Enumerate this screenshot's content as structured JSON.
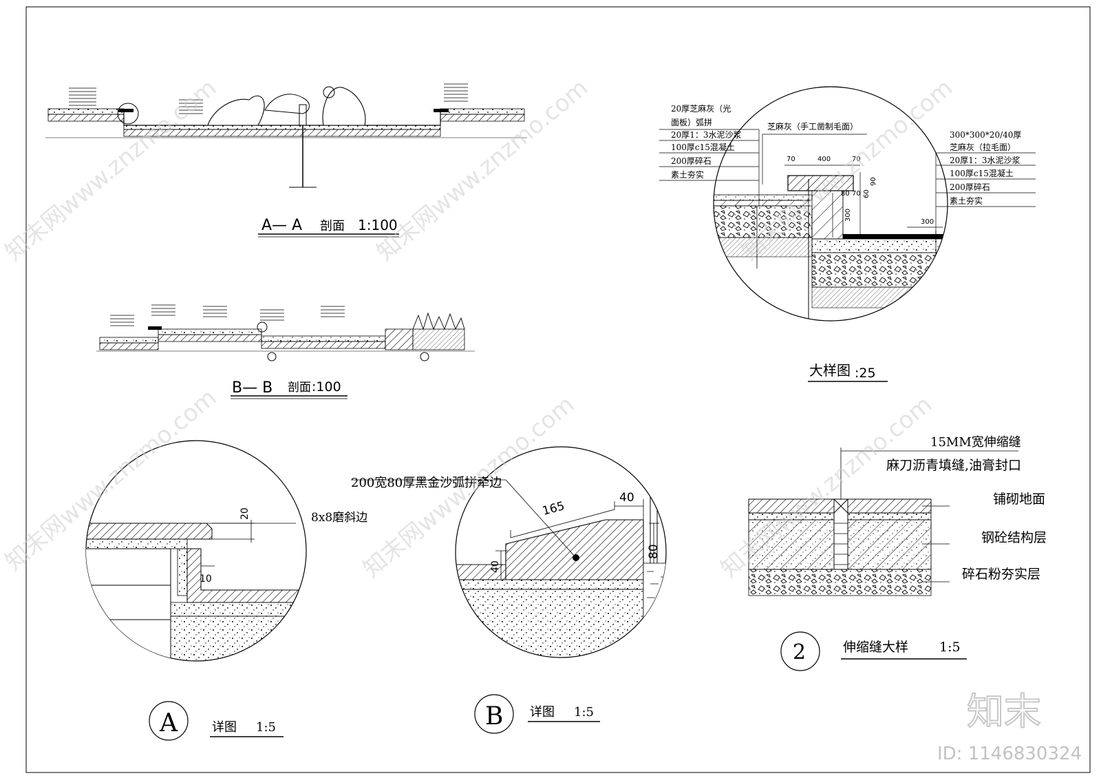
{
  "section_aa": {
    "letters": "A— A",
    "label": "剖面",
    "scale": "1:100"
  },
  "section_bb": {
    "letters": "B— B",
    "label": "剖面",
    "scale": ":100"
  },
  "big_detail": {
    "title": "大样图",
    "scale": ":25",
    "left_notes": [
      "20厚芝麻灰（光",
      "面板）弧拼",
      "20厚1：3水泥沙浆",
      "100厚c15混凝土",
      "200厚碎石",
      "素土夯实"
    ],
    "top_note": "芝麻灰（手工凿制毛面）",
    "right_notes": [
      "300*300*20/40厚",
      "芝麻灰（拉毛面）",
      "20厚1：3水泥沙浆",
      "100厚c15混凝土",
      "200厚碎石",
      "素土夯实"
    ],
    "dims": {
      "d70a": "70",
      "d400": "400",
      "d70b": "70",
      "d90": "90",
      "d60": "60",
      "d80": "80",
      "d70c": "70",
      "d300v": "300",
      "d300h": "300"
    }
  },
  "detail_a": {
    "marker": "A",
    "title": "详图",
    "scale": "1:5",
    "note": "8x8磨斜边",
    "dim20": "20",
    "dim10": "10"
  },
  "detail_b": {
    "marker": "B",
    "title": "详图",
    "scale": "1:5",
    "note": "200宽80厚黑金沙弧拼牵边",
    "dim165": "165",
    "dim40a": "40",
    "dim40b": "40",
    "dim80": "80"
  },
  "joint": {
    "marker": "2",
    "title": "伸缩缝大样",
    "scale": "1:5",
    "notes": [
      "15MM宽伸缩缝",
      "麻刀沥青填缝,油膏封口",
      "铺砌地面",
      "钢砼结构层",
      "碎石粉夯实层"
    ]
  },
  "watermark": {
    "brand": "知末",
    "id": "ID: 1146830324",
    "site": "知末网www.znzmo.com"
  }
}
